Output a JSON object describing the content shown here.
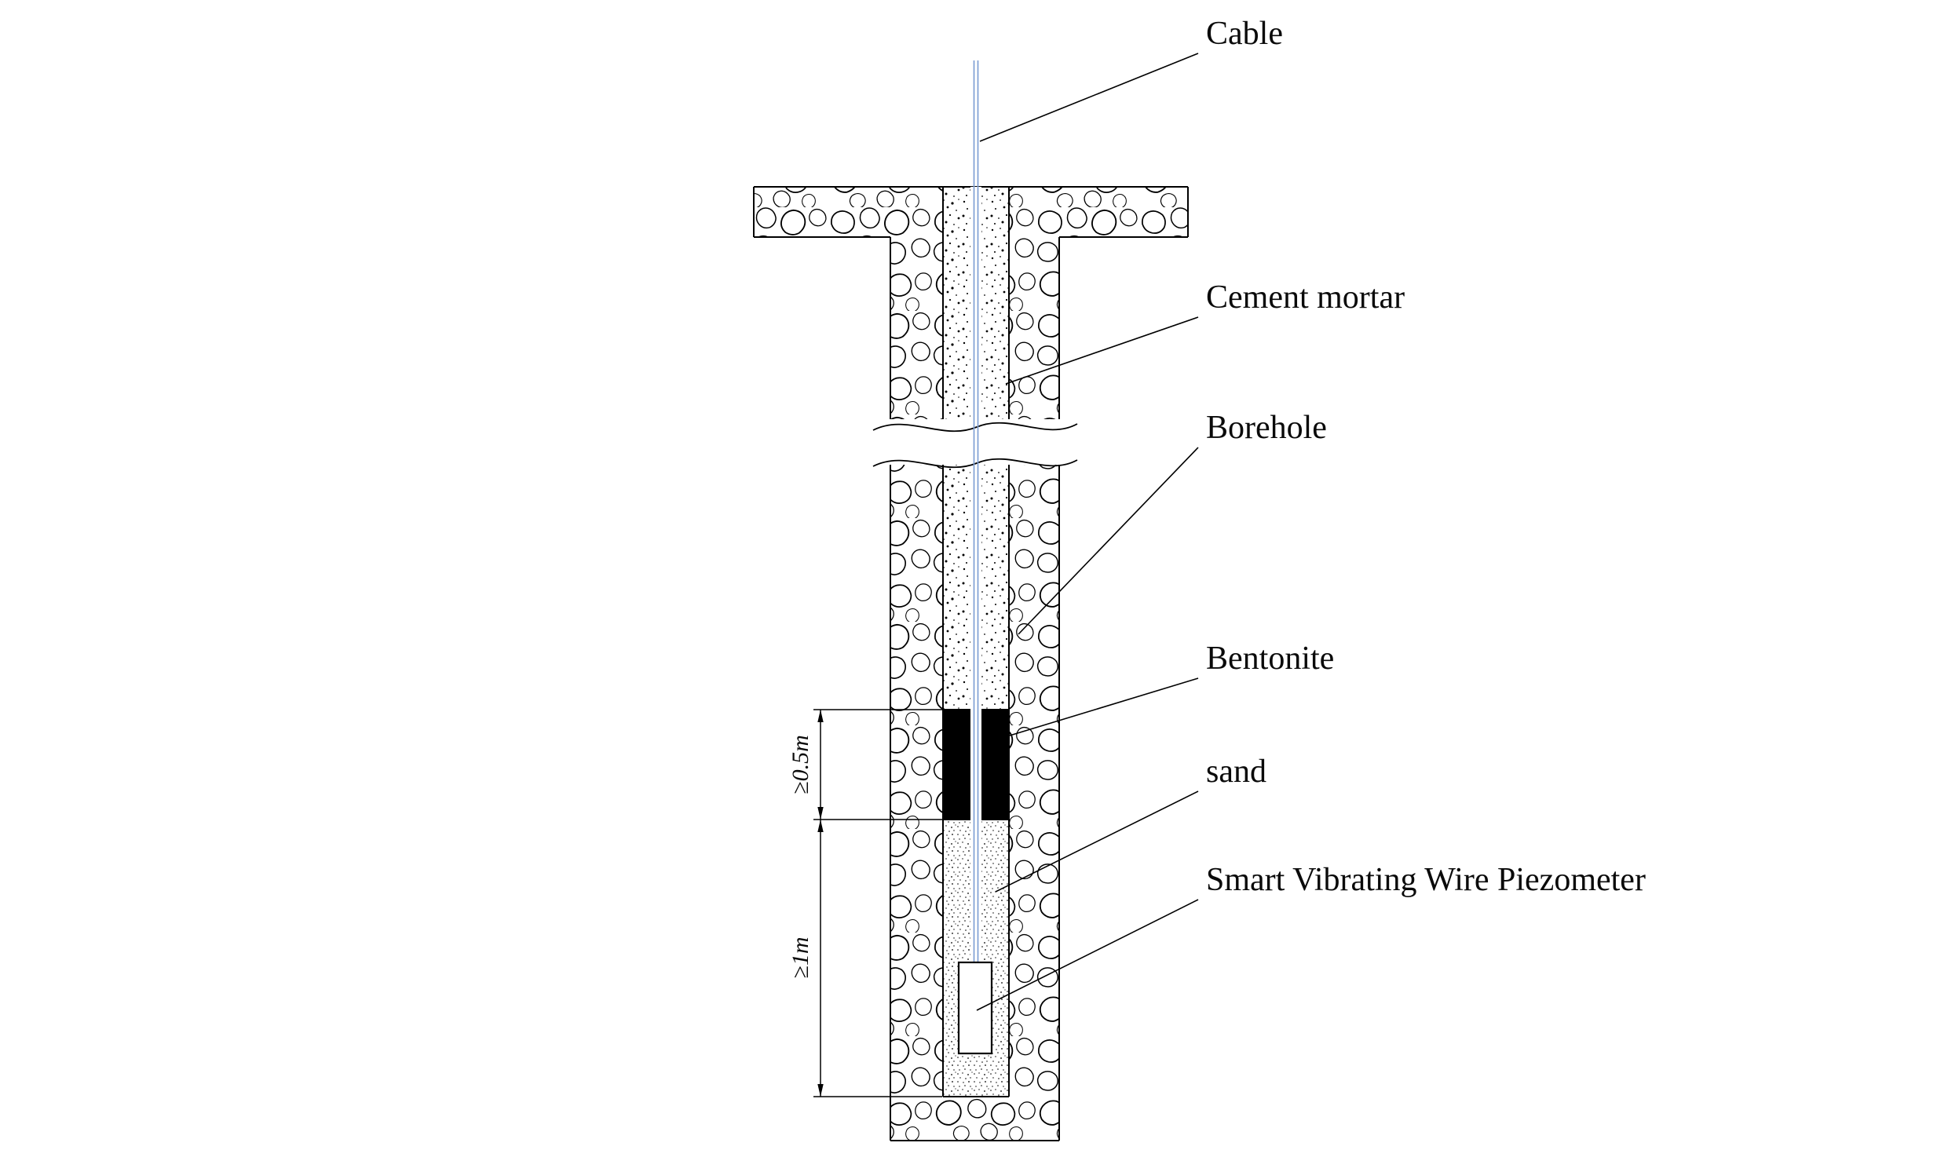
{
  "figure": {
    "type": "technical-diagram",
    "subject": "Smart Vibrating Wire Piezometer borehole installation cross-section"
  },
  "labels": {
    "cable": "Cable",
    "cement_mortar": "Cement mortar",
    "borehole": "Borehole",
    "bentonite": "Bentonite",
    "sand": "sand",
    "piezometer": "Smart Vibrating Wire Piezometer"
  },
  "dimensions": {
    "bentonite": "≥0.5m",
    "sand": "≥1m"
  },
  "colors": {
    "cable": "#7f9fd4",
    "line": "#000000",
    "bentonite": "#000000",
    "background": "#ffffff"
  }
}
